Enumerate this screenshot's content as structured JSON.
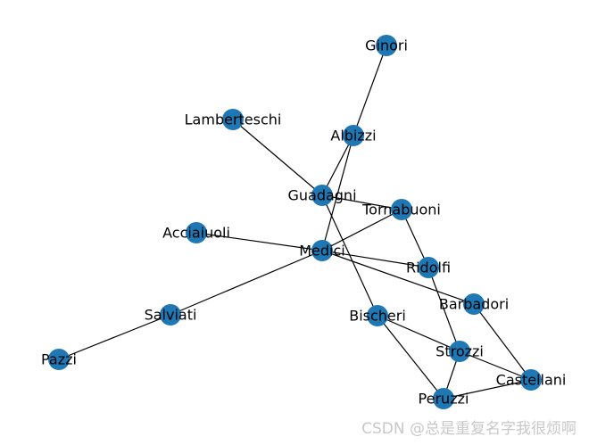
{
  "graph": {
    "nodes": [
      {
        "id": "Ginori",
        "label": "Ginori"
      },
      {
        "id": "Lamberteschi",
        "label": "Lamberteschi"
      },
      {
        "id": "Albizzi",
        "label": "Albizzi"
      },
      {
        "id": "Guadagni",
        "label": "Guadagni"
      },
      {
        "id": "Tornabuoni",
        "label": "Tornabuoni"
      },
      {
        "id": "Acciaiuoli",
        "label": "Acciaiuoli"
      },
      {
        "id": "Medici",
        "label": "Medici"
      },
      {
        "id": "Ridolfi",
        "label": "Ridolfi"
      },
      {
        "id": "Barbadori",
        "label": "Barbadori"
      },
      {
        "id": "Salviati",
        "label": "Salviati"
      },
      {
        "id": "Bischeri",
        "label": "Bischeri"
      },
      {
        "id": "Strozzi",
        "label": "Strozzi"
      },
      {
        "id": "Pazzi",
        "label": "Pazzi"
      },
      {
        "id": "Castellani",
        "label": "Castellani"
      },
      {
        "id": "Peruzzi",
        "label": "Peruzzi"
      }
    ],
    "edges": [
      [
        "Ginori",
        "Albizzi"
      ],
      [
        "Albizzi",
        "Guadagni"
      ],
      [
        "Albizzi",
        "Medici"
      ],
      [
        "Lamberteschi",
        "Guadagni"
      ],
      [
        "Guadagni",
        "Tornabuoni"
      ],
      [
        "Guadagni",
        "Bischeri"
      ],
      [
        "Tornabuoni",
        "Medici"
      ],
      [
        "Tornabuoni",
        "Ridolfi"
      ],
      [
        "Acciaiuoli",
        "Medici"
      ],
      [
        "Medici",
        "Ridolfi"
      ],
      [
        "Medici",
        "Barbadori"
      ],
      [
        "Medici",
        "Salviati"
      ],
      [
        "Salviati",
        "Pazzi"
      ],
      [
        "Ridolfi",
        "Strozzi"
      ],
      [
        "Barbadori",
        "Castellani"
      ],
      [
        "Bischeri",
        "Strozzi"
      ],
      [
        "Bischeri",
        "Peruzzi"
      ],
      [
        "Strozzi",
        "Castellani"
      ],
      [
        "Strozzi",
        "Peruzzi"
      ],
      [
        "Castellani",
        "Peruzzi"
      ]
    ]
  },
  "colors": {
    "node": "#1f77b4",
    "edge": "#000000",
    "label": "#000000",
    "watermark": "#c8c8c8"
  },
  "watermark": "CSDN @总是重复名字我很烦啊"
}
